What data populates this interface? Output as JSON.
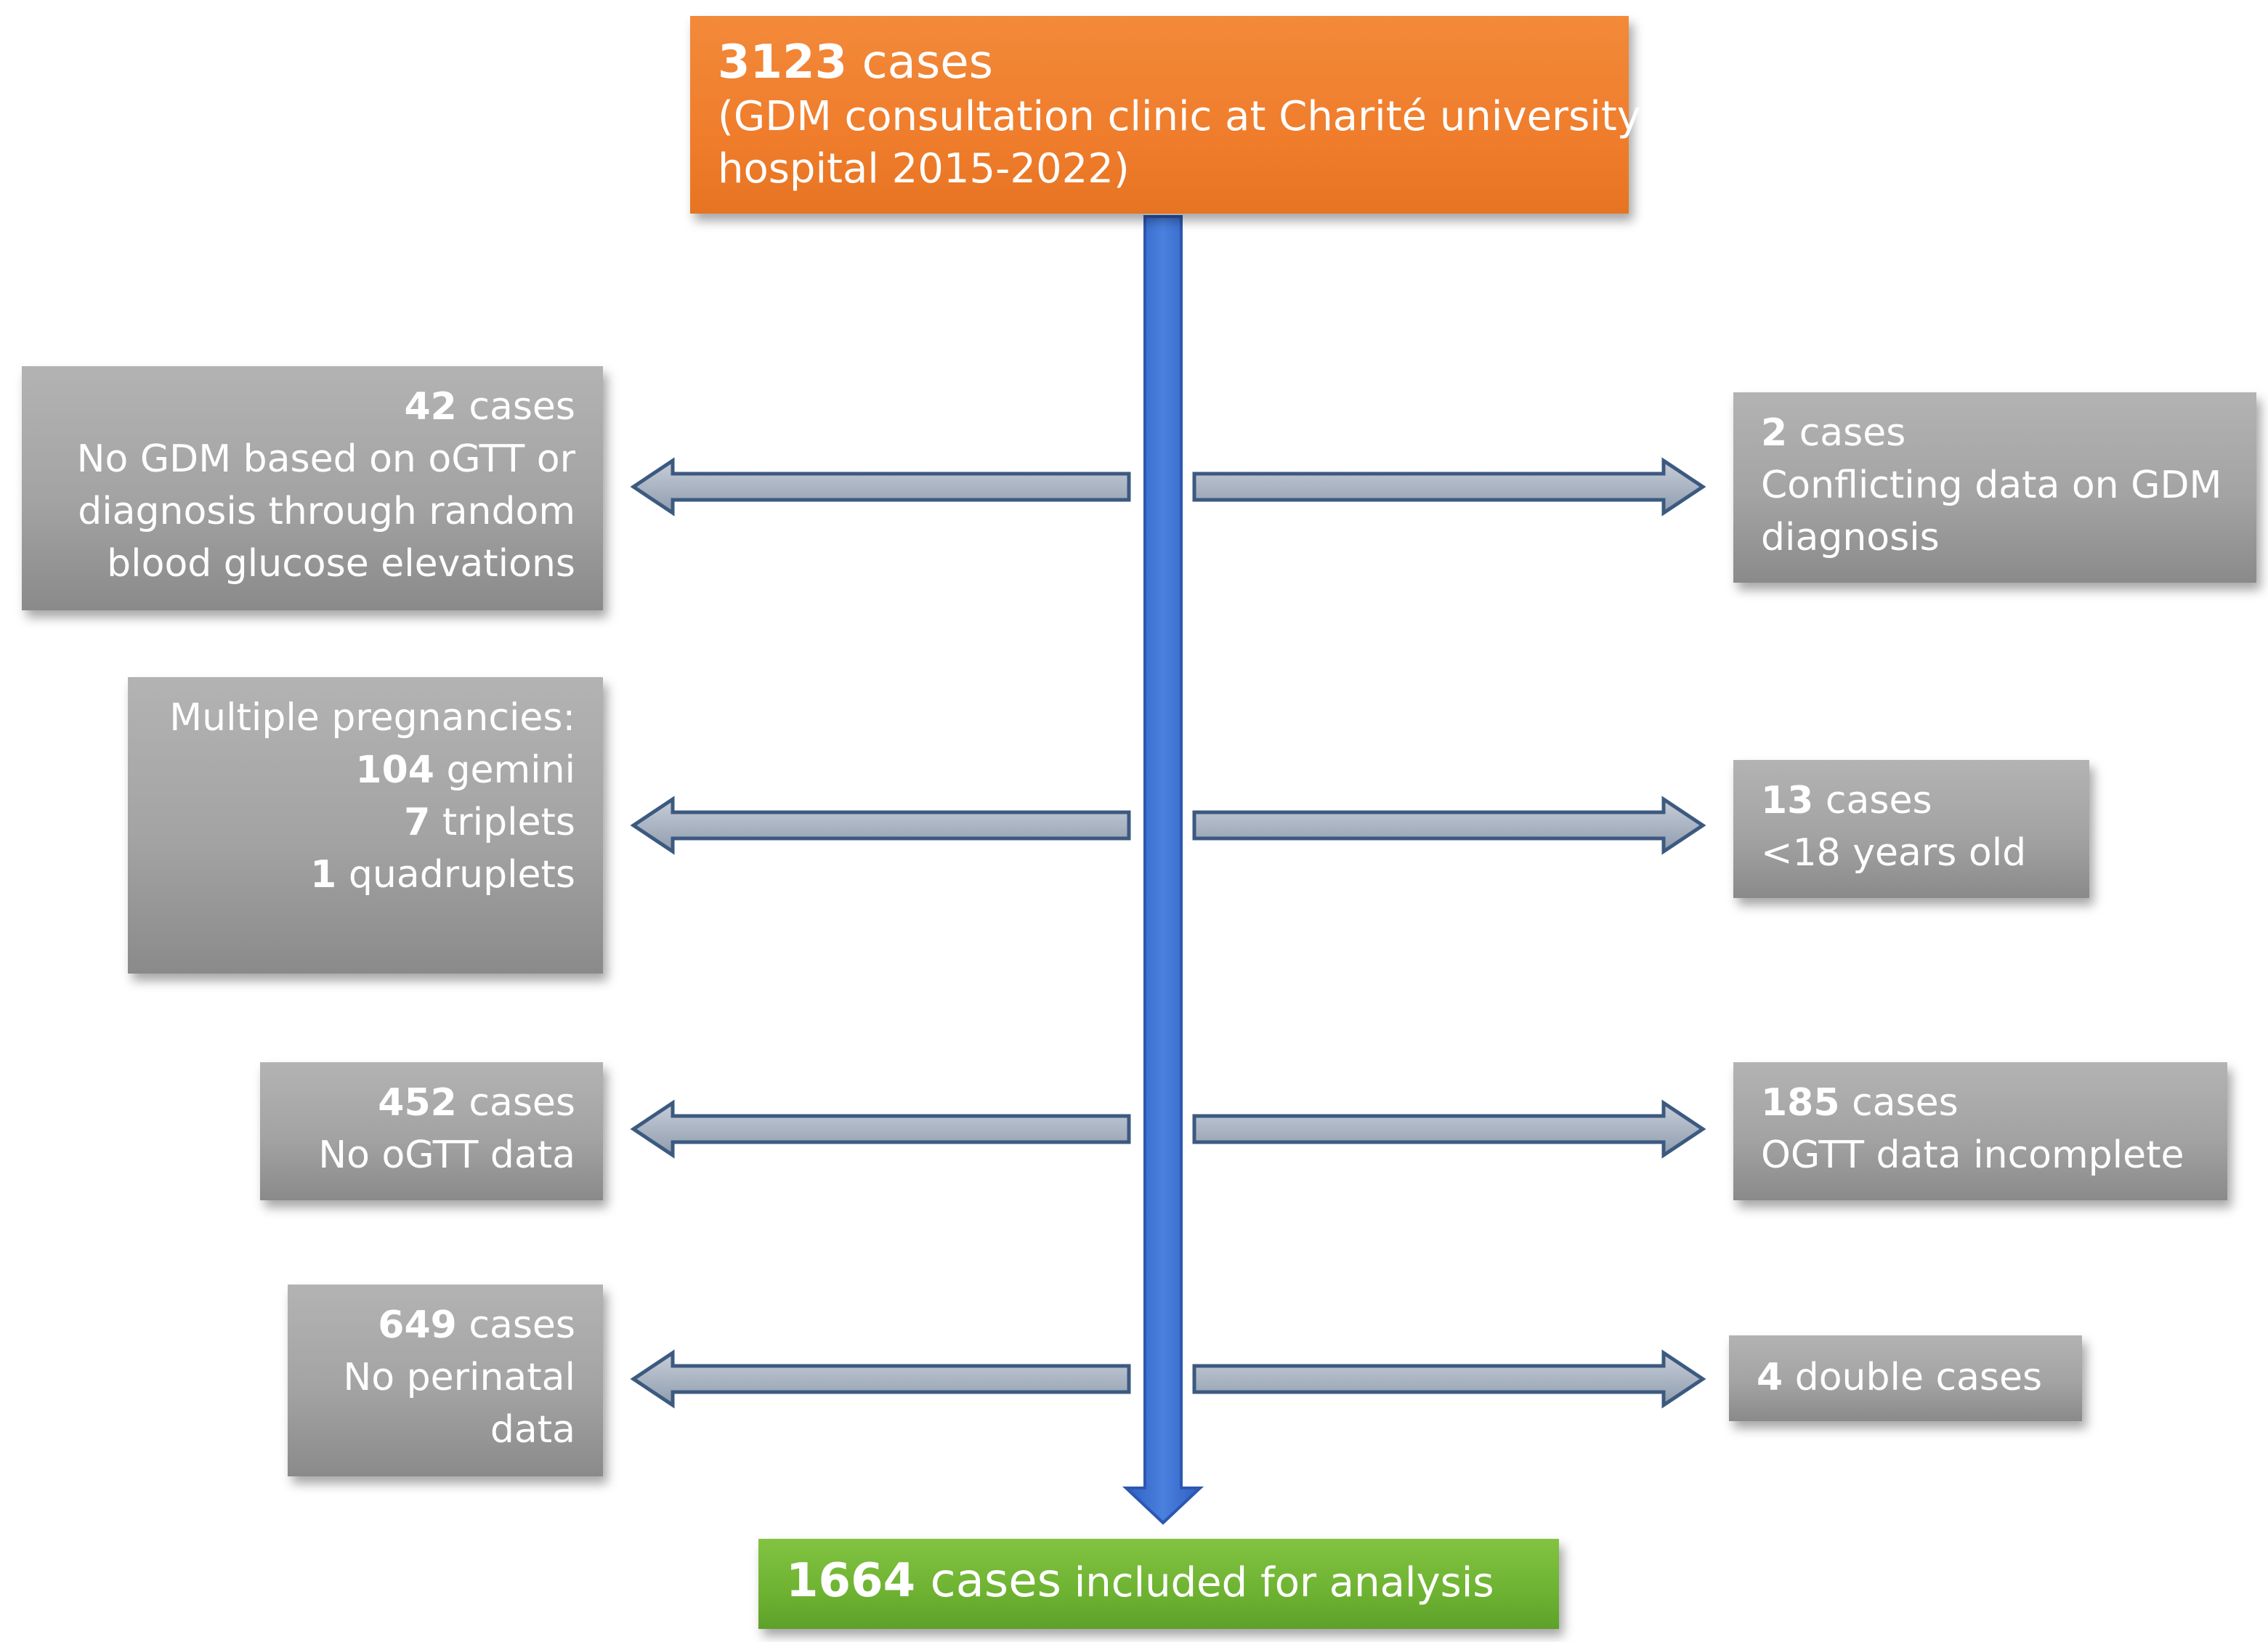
{
  "top": {
    "count": "3123",
    "count_suffix": " cases",
    "line2": "(GDM consultation clinic at Charité university",
    "line3": "hospital 2015-2022)"
  },
  "bottom": {
    "count": "1664",
    "cases_word": " cases",
    "suffix": " included for analysis"
  },
  "left_boxes": [
    {
      "count": "42",
      "suffix": " cases",
      "lines": [
        "No GDM based on oGTT or",
        "diagnosis through random",
        "blood glucose elevations"
      ]
    },
    {
      "title": "Multiple pregnancies:",
      "items": [
        {
          "count": "104",
          "label": " gemini"
        },
        {
          "count": "7",
          "label": " triplets"
        },
        {
          "count": "1",
          "label": " quadruplets"
        }
      ]
    },
    {
      "count": "452",
      "suffix": " cases",
      "lines": [
        "No oGTT data"
      ]
    },
    {
      "count": "649",
      "suffix": " cases",
      "lines": [
        "No perinatal",
        "data"
      ]
    }
  ],
  "right_boxes": [
    {
      "count": "2",
      "suffix": " cases",
      "lines": [
        "Conflicting data on GDM",
        "diagnosis"
      ]
    },
    {
      "count": "13",
      "suffix": " cases",
      "lines": [
        "<18 years old"
      ]
    },
    {
      "count": "185",
      "suffix": " cases",
      "lines": [
        "OGTT data incomplete"
      ]
    },
    {
      "count": "4",
      "suffix": " double cases",
      "lines": []
    }
  ],
  "colors": {
    "top_box": "#ef7d2c",
    "bottom_box": "#6eb232",
    "exclusion_box": "#a3a3a3",
    "main_arrow": "#3a6fd0",
    "side_arrow_fill": "#a9b3bf",
    "side_arrow_stroke": "#3c5a80"
  }
}
